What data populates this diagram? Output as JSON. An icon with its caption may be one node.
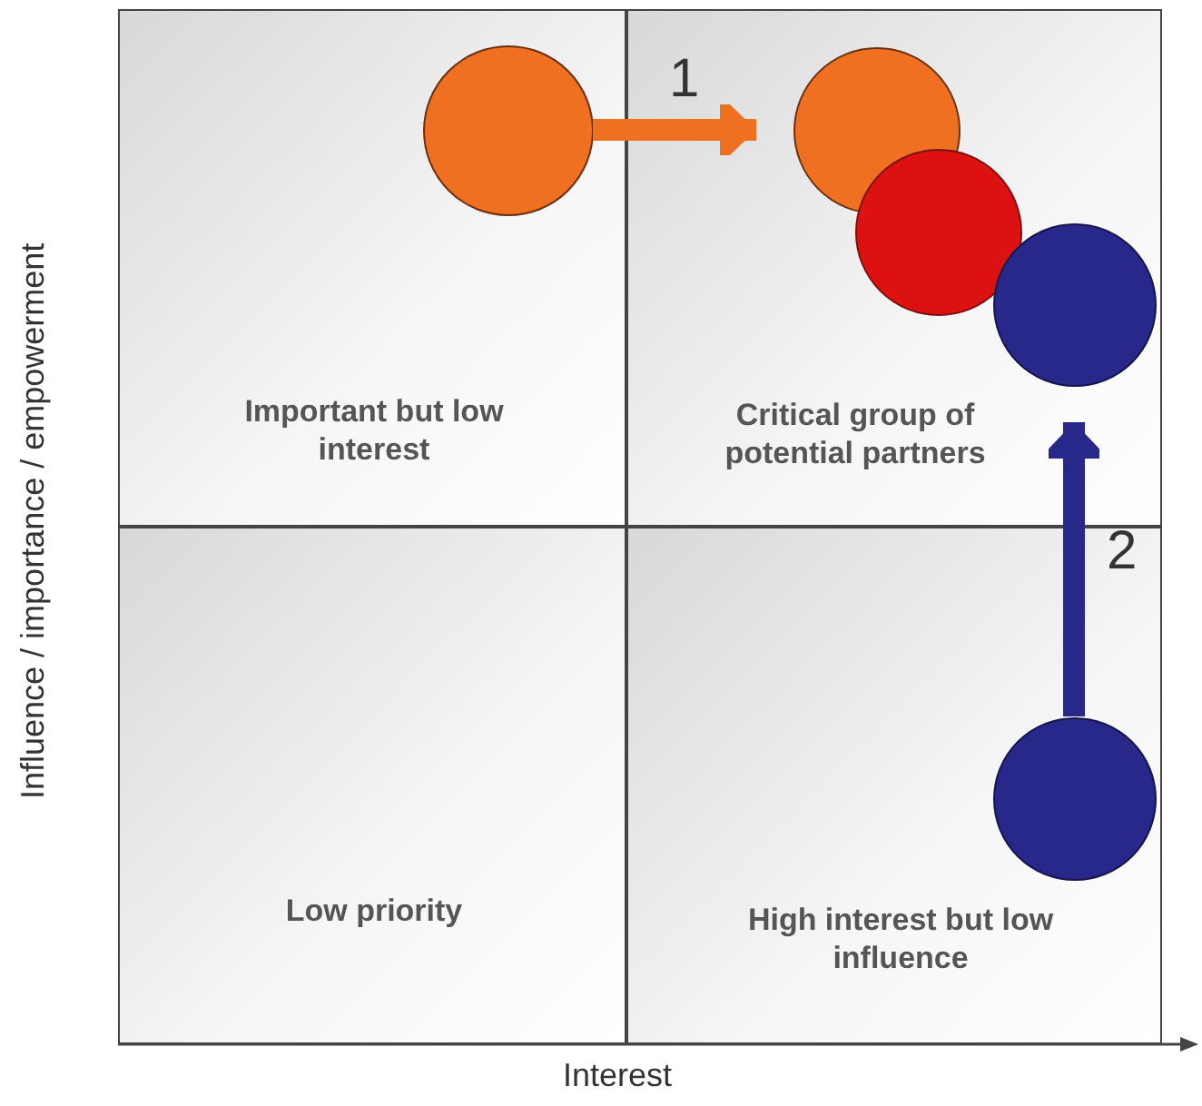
{
  "diagram": {
    "nodes": [
      {
        "text": [
          "Important but low interest"
        ]
      },
      {
        "text": [],
        "shape": "circle",
        "in": 0
      },
      {
        "text": [
          "Critical group of potential partners"
        ]
      },
      {
        "text": [],
        "shape": "circle",
        "in": 2
      },
      {
        "text": [],
        "shape": "circle",
        "in": 2
      },
      {
        "text": [],
        "shape": "circle",
        "in": 2
      },
      {
        "text": [
          "Low priority"
        ]
      },
      {
        "text": [
          "High interest but low influence"
        ]
      },
      {
        "text": [],
        "shape": "circle",
        "in": 7
      }
    ],
    "edges": [
      {
        "from": 1,
        "to": 3,
        "arrow": "to",
        "label": "1",
        "color": "#f07022"
      },
      {
        "from": 8,
        "to": 5,
        "arrow": "to",
        "label": "2",
        "color": "#28288a"
      }
    ],
    "labels": [
      "Influence / importance / empowerment",
      "Interest"
    ]
  }
}
